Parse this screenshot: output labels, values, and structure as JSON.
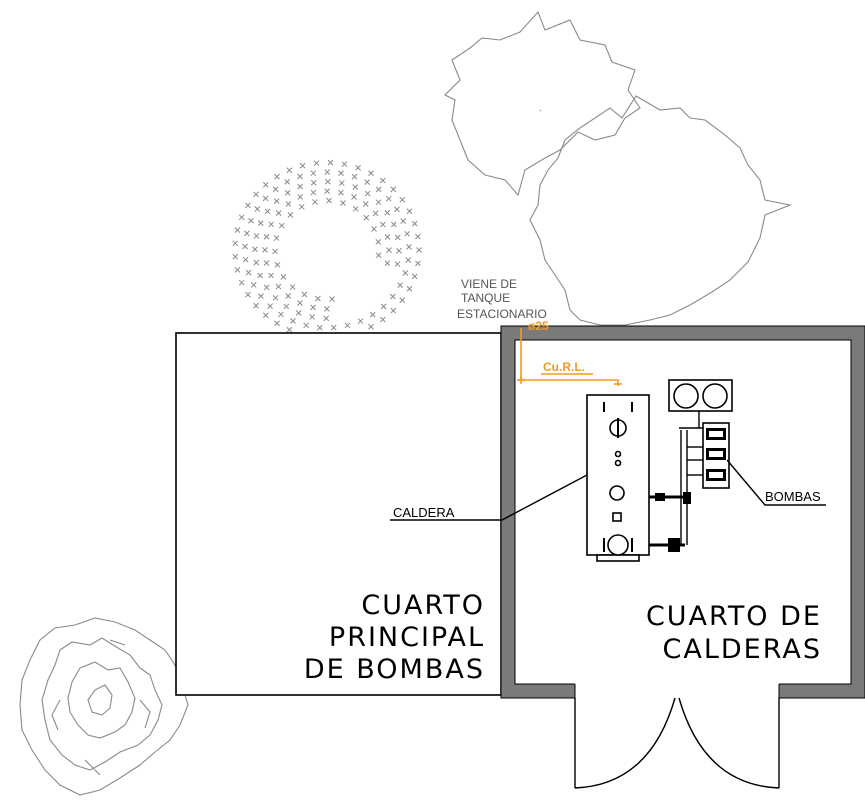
{
  "labels": {
    "tank_source": [
      "VIENE DE",
      "TANQUE",
      "ESTACIONARIO"
    ],
    "pipe_diameter": "ø25",
    "pipe_material": "Cu.R.L.",
    "caldera": "CALDERA",
    "bombas": "BOMBAS",
    "main_pump_room": [
      "CUARTO",
      "PRINCIPAL",
      "DE BOMBAS"
    ],
    "boiler_room": [
      "CUARTO DE",
      "CALDERAS"
    ]
  },
  "colors": {
    "wall": "#7a7a7a",
    "tree_outline": "#8a8a8a",
    "gas_pipe": "#f39a1e",
    "line": "#000000"
  }
}
